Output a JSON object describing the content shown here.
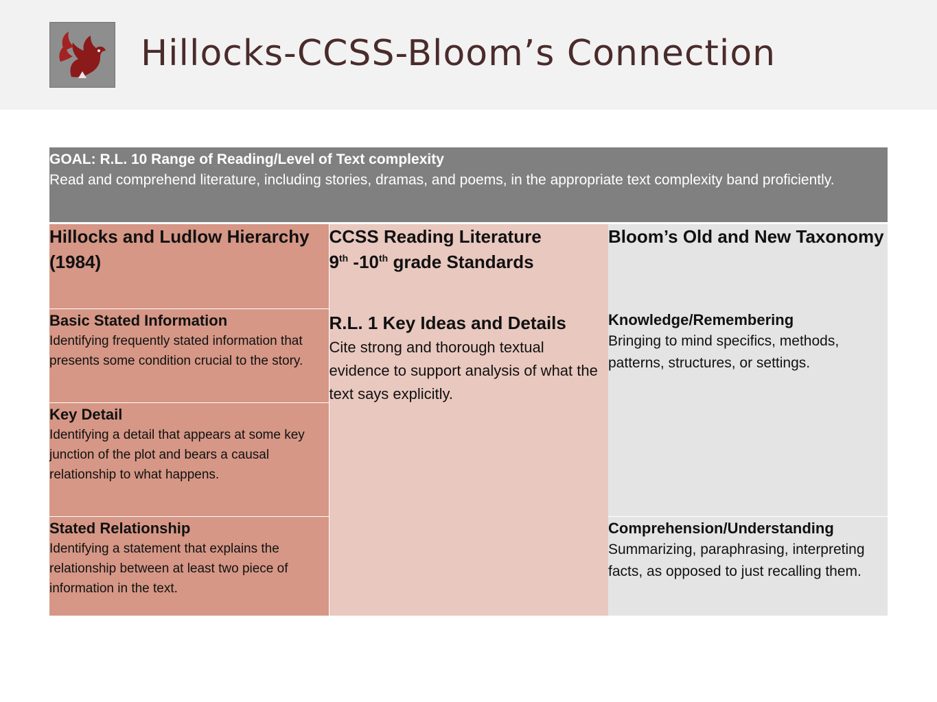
{
  "header": {
    "title": "Hillocks-CCSS-Bloom’s Connection",
    "logo_icon": "griffin-logo-icon"
  },
  "goal": {
    "title": "GOAL:  R.L. 10  Range of Reading/Level of Text complexity",
    "text": "Read and comprehend literature, including stories, dramas, and poems, in the appropriate text complexity band proficiently."
  },
  "columns": {
    "hillocks": "Hillocks and Ludlow Hierarchy (1984)",
    "ccss_line1": "CCSS Reading Literature",
    "ccss_line2_prefix": "9",
    "ccss_line2_sup1": "th",
    "ccss_line2_mid": " -10",
    "ccss_line2_sup2": "th",
    "ccss_line2_suffix": " grade Standards",
    "blooms": "Bloom’s Old and New Taxonomy"
  },
  "hillocks_items": [
    {
      "label": "Basic Stated Information",
      "text": "Identifying frequently stated information that presents some condition crucial to the story."
    },
    {
      "label": "Key Detail",
      "text": "Identifying a detail that appears at some key junction of the plot and bears a causal relationship to what happens."
    },
    {
      "label": "Stated Relationship",
      "text": "Identifying a statement that explains the relationship between at least two piece of information in the text."
    }
  ],
  "ccss_item": {
    "label": "R.L. 1 Key Ideas and Details",
    "text": "Cite strong and thorough textual evidence to support analysis of what the text says explicitly."
  },
  "bloom_items": [
    {
      "label": "Knowledge/Remembering",
      "text": "Bringing to mind specifics, methods, patterns, structures, or settings."
    },
    {
      "label": "Comprehension/Understanding",
      "text": "Summarizing, paraphrasing, interpreting facts, as opposed to just recalling them."
    }
  ],
  "colors": {
    "header_band": "#f2f2f2",
    "goal_bg": "#808080",
    "col1_bg": "#d69786",
    "col2_bg": "#e9c8bf",
    "col3_bg": "#e4e4e4",
    "title_color": "#4a2b2b",
    "logo_red": "#8b1a1a"
  }
}
